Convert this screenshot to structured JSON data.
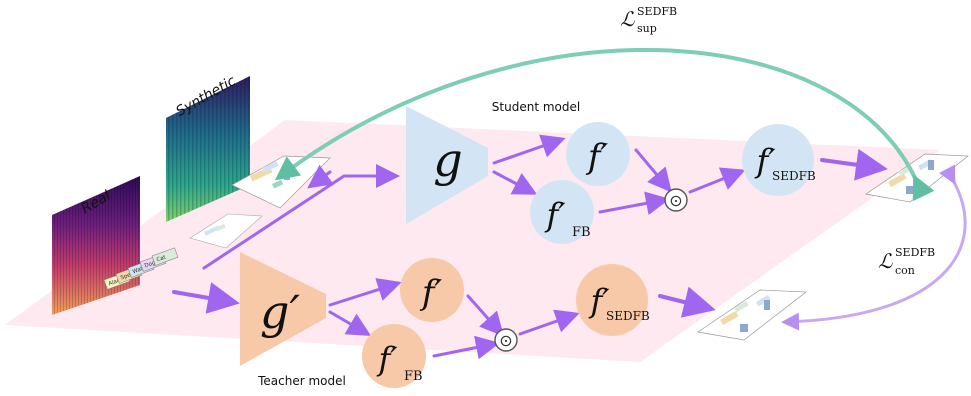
{
  "labels": {
    "real": "Real",
    "synthetic": "Synthetic",
    "student_model": "Student model",
    "teacher_model": "Teacher model"
  },
  "events": [
    "Alarm",
    "Speech",
    "Water",
    "Dog",
    "Cat"
  ],
  "student": {
    "g": "g",
    "f": "f′",
    "f_fb": "f′",
    "f_fb_sub": "FB",
    "f_sedfb": "f′",
    "f_sedfb_sub": "SEDFB"
  },
  "teacher": {
    "g": "g′",
    "f": "f′",
    "f_fb": "f′",
    "f_fb_sub": "FB",
    "f_sedfb": "f′",
    "f_sedfb_sub": "SEDFB"
  },
  "operator": "⊙",
  "losses": {
    "sup_symbol": "ℒ",
    "sup_sub": "sup",
    "sup_sup": "SEDFB",
    "con_symbol": "ℒ",
    "con_sub": "con",
    "con_sup": "SEDFB"
  },
  "colors": {
    "plane": "#fde9ef",
    "student_fill": "#d3e5f4",
    "teacher_fill": "#f8c9a8",
    "arrow_purple": "#a066f0",
    "loss_sup_arrow": "#7ecdb6",
    "loss_con_arrow": "#c9a8f2"
  }
}
